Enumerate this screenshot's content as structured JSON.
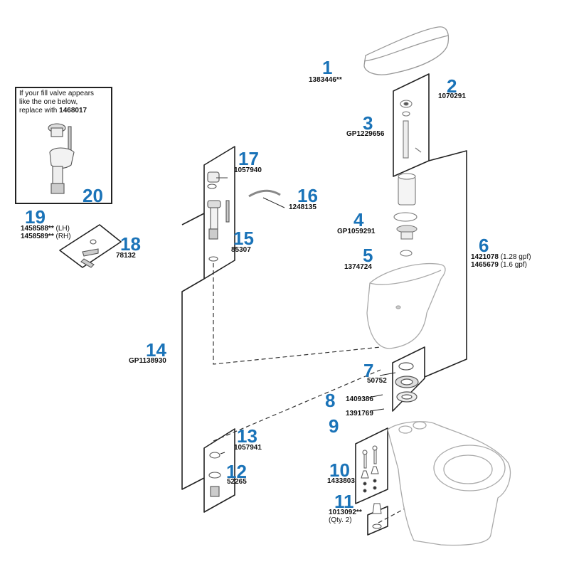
{
  "colors": {
    "callout": "#1a73b8",
    "line": "#222222",
    "part": "#bbbbbb"
  },
  "note": {
    "line1": "If your fill valve appears",
    "line2": "like the one below,",
    "line3_prefix": "replace with ",
    "line3_part": "1468017"
  },
  "parts": [
    {
      "id": "p1",
      "num": "1",
      "lines": [
        "1383446**"
      ]
    },
    {
      "id": "p2",
      "num": "2",
      "lines": [
        "1070291"
      ]
    },
    {
      "id": "p3",
      "num": "3",
      "lines": [
        "GP1229656"
      ]
    },
    {
      "id": "p4",
      "num": "4",
      "lines": [
        "GP1059291"
      ]
    },
    {
      "id": "p5",
      "num": "5",
      "lines": [
        "1374724"
      ]
    },
    {
      "id": "p6",
      "num": "6",
      "lines": [
        "1421078",
        "1465679"
      ],
      "notes": [
        "(1.28 gpf)",
        "(1.6 gpf)"
      ]
    },
    {
      "id": "p7",
      "num": "7",
      "lines": [
        "50752"
      ]
    },
    {
      "id": "p8",
      "num": "8",
      "lines": [
        "1409386"
      ]
    },
    {
      "id": "p9",
      "num": "9",
      "lines": [
        "1391769"
      ]
    },
    {
      "id": "p10",
      "num": "10",
      "lines": [
        "1433803"
      ]
    },
    {
      "id": "p11",
      "num": "11",
      "lines": [
        "1013092**"
      ],
      "notes": [
        ""
      ],
      "extra": "(Qty. 2)"
    },
    {
      "id": "p12",
      "num": "12",
      "lines": [
        "52265"
      ]
    },
    {
      "id": "p13",
      "num": "13",
      "lines": [
        "1057941"
      ]
    },
    {
      "id": "p14",
      "num": "14",
      "lines": [
        "GP1138930"
      ]
    },
    {
      "id": "p15",
      "num": "15",
      "lines": [
        "85307"
      ]
    },
    {
      "id": "p16",
      "num": "16",
      "lines": [
        "1248135"
      ]
    },
    {
      "id": "p17",
      "num": "17",
      "lines": [
        "1057940"
      ]
    },
    {
      "id": "p18",
      "num": "18",
      "lines": [
        "78132"
      ]
    },
    {
      "id": "p19",
      "num": "19",
      "lines": [
        "1458588**",
        "1458589**"
      ],
      "notes": [
        "(LH)",
        "(RH)"
      ]
    },
    {
      "id": "p20",
      "num": "20",
      "lines": []
    }
  ]
}
